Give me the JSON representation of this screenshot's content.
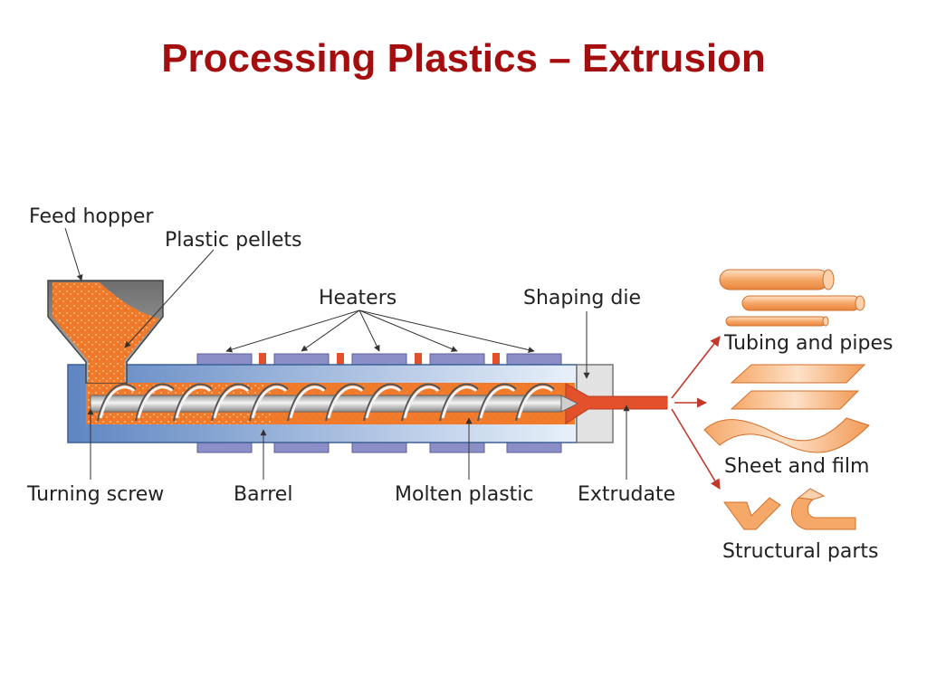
{
  "title": "Processing Plastics – Extrusion",
  "labels": {
    "feed_hopper": "Feed hopper",
    "plastic_pellets": "Plastic pellets",
    "heaters": "Heaters",
    "shaping_die": "Shaping die",
    "tubing_and_pipes": "Tubing and pipes",
    "sheet_and_film": "Sheet and film",
    "structural_parts": "Structural parts",
    "turning_screw": "Turning screw",
    "barrel": "Barrel",
    "molten_plastic": "Molten plastic",
    "extrudate": "Extrudate"
  },
  "colors": {
    "title": "#a50e0e",
    "barrel": "#7ea3d6",
    "barrel_light": "#c9dcf2",
    "heater": "#8c8fc7",
    "heater_small": "#e2502c",
    "plastic": "#f07a2a",
    "plastic_light": "#f9b27a",
    "screw": "#d0d0d0",
    "die": "#dedede",
    "arrow": "#c0392b",
    "product": "#f6a868"
  }
}
